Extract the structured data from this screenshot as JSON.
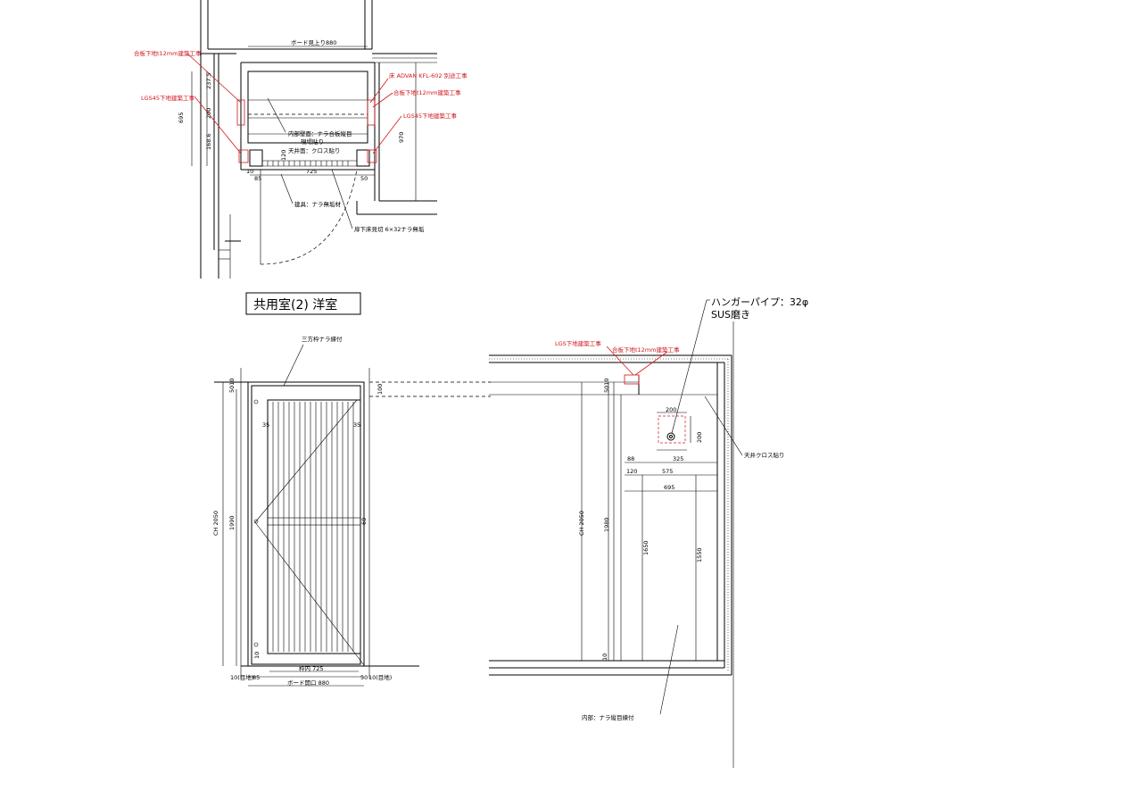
{
  "title": "共用室(2)  洋室",
  "plan": {
    "dims": {
      "board_outer": "ボード見上り880",
      "d695": "695",
      "d2375": "237.5",
      "d200": "200",
      "d1686": "168.6",
      "d120": "120",
      "d10": "10",
      "d85": "85",
      "d725": "725",
      "d50": "50",
      "d970": "970"
    },
    "notes": {
      "plywood_left": "合板下地t12mm建築工事",
      "lgs_left": "LGS45下地建築工事",
      "fan": "床 ADVAN KFL-602  別途工事",
      "plywood_right": "合板下地t12mm建築工事",
      "lgs_right": "LGS45下地建築工事",
      "interior": "内部壁面：ナラ合板縦目",
      "interior2": "現場貼り",
      "ceiling": "天井面：クロス貼り",
      "fittings": "建具：ナラ無垢材",
      "floor": "扉下床見切  6×32ナラ無垢"
    }
  },
  "elevation": {
    "frame_note": "三方枠ナラ練付",
    "dims": {
      "ch": "CH 2050",
      "h1990": "1990",
      "d5010": "5010",
      "d100": "100",
      "d35a": "35",
      "d35b": "35",
      "d60": "60",
      "d10b": "10",
      "inner": "枠内 725",
      "bottom_left": "10(目地)",
      "d85": "85",
      "d50": "50",
      "bottom_right": "10(目地)",
      "board_opening": "ボード開口 880"
    }
  },
  "section": {
    "hanger": "ハンガーパイプ：32φ",
    "hanger2": "SUS磨き",
    "lgs": "LGS下地建築工事",
    "plywood": "合板下地t12mm建築工事",
    "ceiling": "天井クロス貼り",
    "interior": "内部：ナラ縦目練付",
    "dims": {
      "d200a": "200",
      "d200b": "200",
      "d325": "325",
      "d88": "88",
      "d120": "120",
      "d575": "575",
      "d695": "695",
      "ch": "CH 2050",
      "h1980": "1980",
      "h1650": "1650",
      "h1550": "1550",
      "d5010": "5010",
      "d10": "10"
    }
  }
}
